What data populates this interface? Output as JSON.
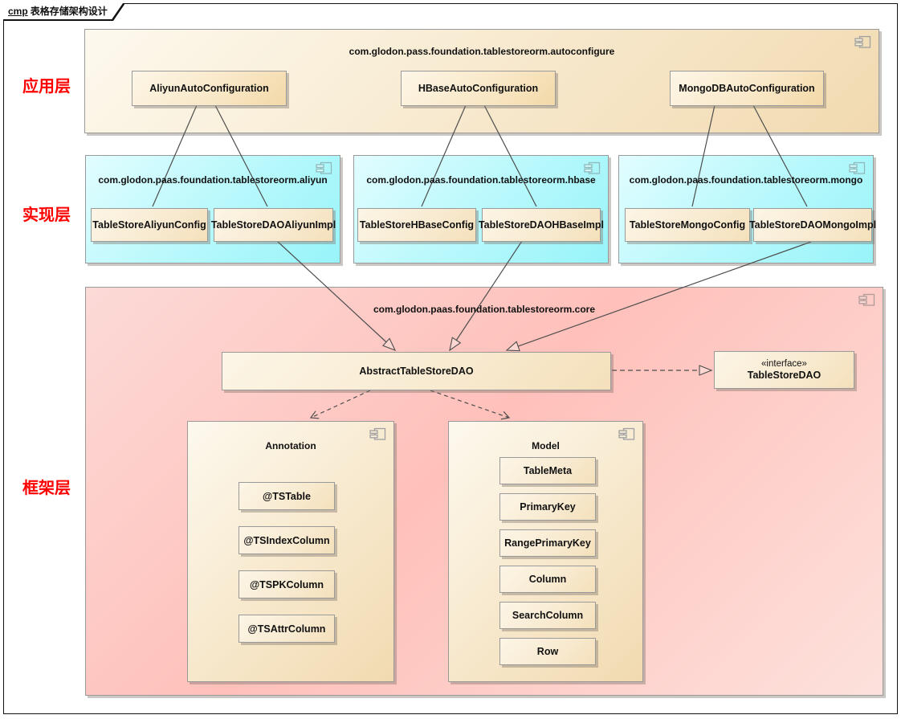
{
  "frame": {
    "tag": "cmp",
    "title": "表格存储架构设计"
  },
  "layers": [
    {
      "label": "应用层"
    },
    {
      "label": "实现层"
    },
    {
      "label": "框架层"
    }
  ],
  "app_package": {
    "name": "com.glodon.pass.foundation.tablestoreorm.autoconfigure",
    "components": [
      "AliyunAutoConfiguration",
      "HBaseAutoConfiguration",
      "MongoDBAutoConfiguration"
    ]
  },
  "impl_packages": [
    {
      "name": "com.glodon.paas.foundation.tablestoreorm.aliyun",
      "components": [
        "TableStoreAliyunConfig",
        "TableStoreDAOAliyunImpl"
      ]
    },
    {
      "name": "com.glodon.paas.foundation.tablestoreorm.hbase",
      "components": [
        "TableStoreHBaseConfig",
        "TableStoreDAOHBaseImpl"
      ]
    },
    {
      "name": "com.glodon.paas.foundation.tablestoreorm.mongo",
      "components": [
        "TableStoreMongoConfig",
        "TableStoreDAOMongoImpl"
      ]
    }
  ],
  "core_package": {
    "name": "com.glodon.paas.foundation.tablestoreorm.core",
    "abstract_dao": "AbstractTableStoreDAO",
    "interface": {
      "stereotype": "«interface»",
      "name": "TableStoreDAO"
    },
    "annotation_package": {
      "name": "Annotation",
      "items": [
        "@TSTable",
        "@TSIndexColumn",
        "@TSPKColumn",
        "@TSAttrColumn"
      ]
    },
    "model_package": {
      "name": "Model",
      "items": [
        "TableMeta",
        "PrimaryKey",
        "RangePrimaryKey",
        "Column",
        "SearchColumn",
        "Row"
      ]
    }
  },
  "colors": {
    "layer_label": "#ff0000",
    "application_layer_fill": "#f7e8cc",
    "implementation_layer_fill": "#aef7fa",
    "framework_layer_fill": "#ffc0ba",
    "component_fill": "#f9e8c8",
    "connector": "#4d4d4d"
  }
}
